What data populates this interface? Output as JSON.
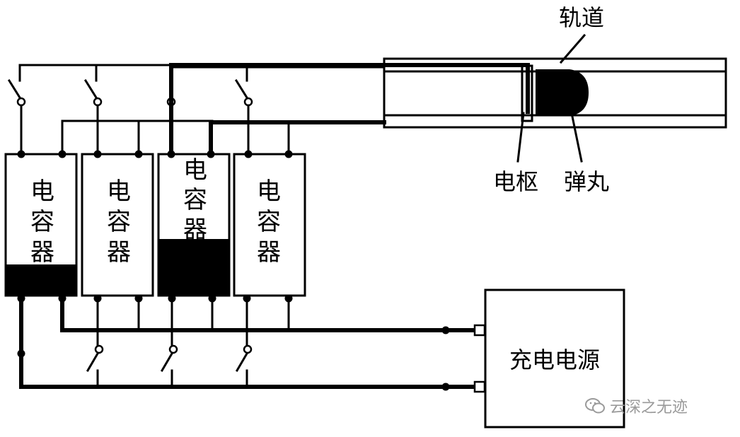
{
  "labels": {
    "track": "轨道",
    "armature": "电枢",
    "projectile": "弹丸",
    "power_supply": "充电电源"
  },
  "capacitors": [
    {
      "label_chars": [
        "电",
        "容",
        "器"
      ],
      "charge_level": 0.22
    },
    {
      "label_chars": [
        "电",
        "容",
        "器"
      ],
      "charge_level": 0.0
    },
    {
      "label_chars": [
        "电",
        "容",
        "器"
      ],
      "charge_level": 0.4
    },
    {
      "label_chars": [
        "电",
        "容",
        "器"
      ],
      "charge_level": 0.0
    }
  ],
  "watermark": {
    "text": "云深之无迹",
    "icon": "wechat-icon"
  },
  "colors": {
    "line": "#000000",
    "fill": "#000000",
    "background": "#ffffff",
    "watermark": "#9a9a9a"
  }
}
